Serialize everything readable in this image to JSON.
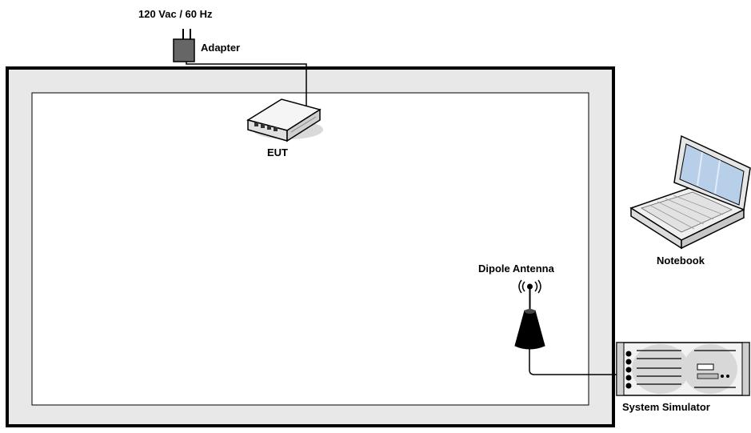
{
  "labels": {
    "power_source": "120 Vac / 60 Hz",
    "adapter": "Adapter",
    "eut": "EUT",
    "notebook": "Notebook",
    "dipole_antenna": "Dipole Antenna",
    "system_simulator": "System Simulator"
  },
  "colors": {
    "chamber_wall": "#e8e8e8",
    "outline": "#000000",
    "adapter_body": "#666666",
    "device_light": "#f2f2f2",
    "device_shadow": "#cccccc",
    "screen_blue": "#b8cfea"
  },
  "icons": {
    "adapter": "power-adapter-icon",
    "eut": "router-icon",
    "notebook": "laptop-icon",
    "antenna": "dipole-antenna-icon",
    "simulator": "rack-unit-icon"
  }
}
